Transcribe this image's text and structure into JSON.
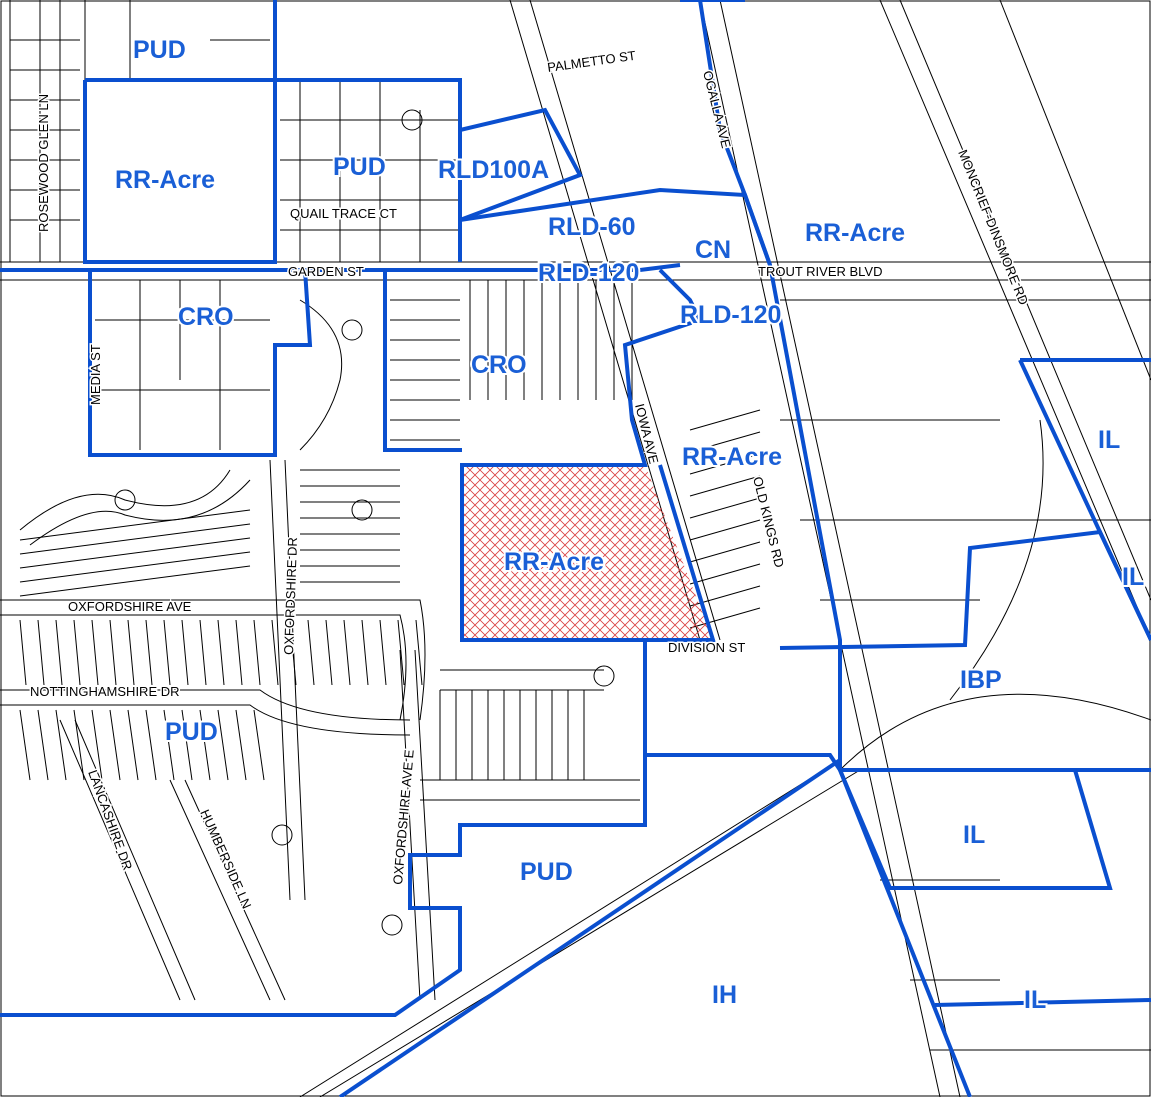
{
  "colors": {
    "zoning_boundary": "#0a4fcf",
    "zoning_label": "#1a5fd6",
    "parcel_lines": "#000000",
    "subject_hatch": "#d94040",
    "background": "#ffffff"
  },
  "streets": {
    "palmetto": "PALMETTO ST",
    "rosewood": "ROSEWOOD GLEN LN",
    "quail_trace": "QUAIL TRACE CT",
    "garden": "GARDEN ST",
    "media": "MEDIA ST",
    "ogalla": "OGALLA AVE",
    "moncrief": "MONCRIEF-DINSMORE RD",
    "trout_river": "TROUT RIVER BLVD",
    "iowa": "IOWA AVE",
    "old_kings": "OLD KINGS RD",
    "oxfordshire_dr": "OXFORDSHIRE DR",
    "oxfordshire_ave": "OXFORDSHIRE AVE",
    "division": "DIVISION ST",
    "nottinghamshire": "NOTTINGHAMSHIRE DR",
    "oxfordshire_ave_e": "OXFORDSHIRE AVE E",
    "lancashire": "LANCASHIRE DR",
    "humberside": "HUMBERSIDE LN"
  },
  "zones": {
    "pud_top": "PUD",
    "rr_acre_nw": "RR-Acre",
    "pud_mid": "PUD",
    "rld100a": "RLD100A",
    "rld60": "RLD-60",
    "cn": "CN",
    "rr_acre_ne": "RR-Acre",
    "rld120_a": "RLD-120",
    "rld120_b": "RLD-120",
    "cro_w": "CRO",
    "cro_mid": "CRO",
    "rr_acre_e": "RR-Acre",
    "il_e1": "IL",
    "il_e2": "IL",
    "rr_acre_subject": "RR-Acre",
    "ibp": "IBP",
    "pud_sw": "PUD",
    "pud_s": "PUD",
    "il_se": "IL",
    "ih": "IH",
    "il_s": "IL"
  }
}
